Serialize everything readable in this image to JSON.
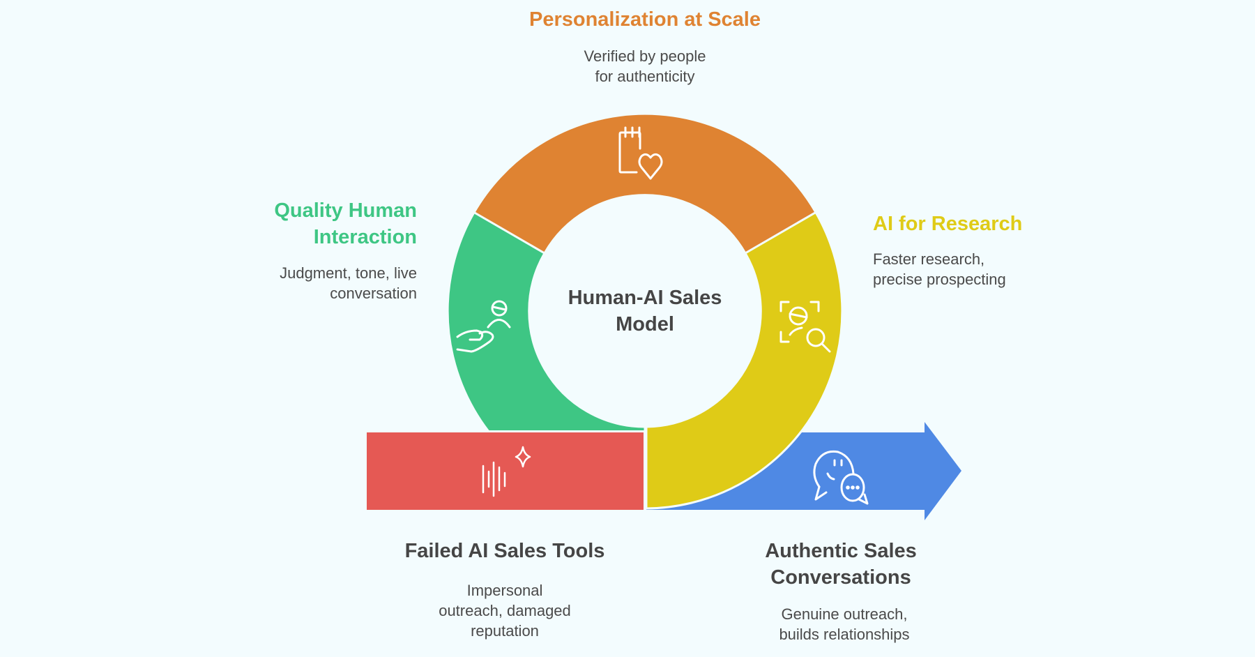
{
  "diagram": {
    "center_title": "Human-AI Sales Model",
    "colors": {
      "background": "#f3fcfe",
      "orange": "#df8332",
      "green": "#3ec684",
      "yellow": "#dfcb17",
      "red": "#e55954",
      "blue": "#4f89e4",
      "title_dark": "#454545",
      "text": "#4a4a4a"
    },
    "segments": [
      {
        "id": "personalization",
        "title": "Personalization at Scale",
        "description_lines": [
          "Verified by people",
          "for authenticity"
        ],
        "color": "#df8332",
        "icon": "calendar-heart-icon"
      },
      {
        "id": "ai-research",
        "title": "AI for Research",
        "description_lines": [
          "Faster research,",
          "precise prospecting"
        ],
        "color": "#dfcb17",
        "icon": "face-scan-search-icon"
      },
      {
        "id": "human-interaction",
        "title_lines": [
          "Quality Human",
          "Interaction"
        ],
        "description_lines": [
          "Judgment, tone, live",
          "conversation"
        ],
        "color": "#3ec684",
        "icon": "hand-with-person-icon"
      },
      {
        "id": "failed-tools",
        "title": "Failed AI Sales Tools",
        "description_lines": [
          "Impersonal",
          "outreach, damaged",
          "reputation"
        ],
        "color": "#e55954",
        "icon": "sound-wave-sparkle-icon"
      },
      {
        "id": "authentic-conversations",
        "title_lines": [
          "Authentic Sales",
          "Conversations"
        ],
        "description_lines": [
          "Genuine outreach,",
          "builds relationships"
        ],
        "color": "#4f89e4",
        "icon": "chat-bubbles-icon"
      }
    ]
  }
}
